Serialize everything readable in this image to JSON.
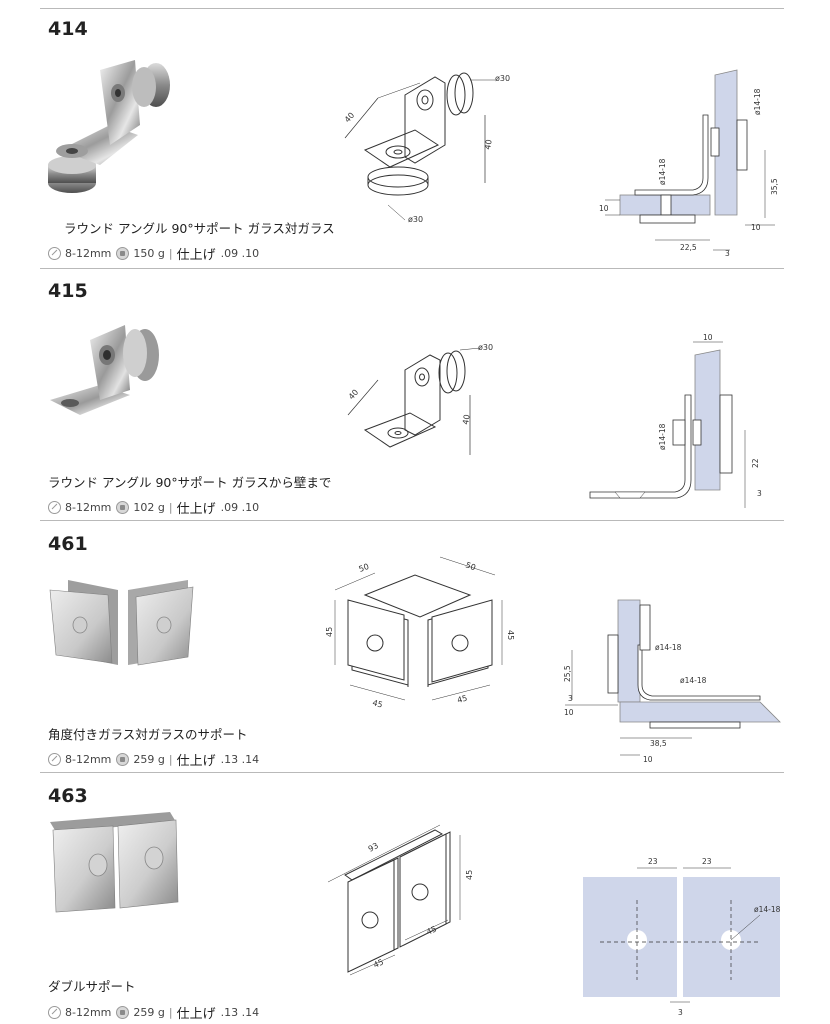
{
  "products": [
    {
      "code": "414",
      "title": "ラウンド アングル 90°サポート ガラス対ガラス",
      "thickness": "8-12mm",
      "weight": "150 g",
      "finish_label": "仕上げ",
      "finishes": ".09 .10",
      "dims": {
        "a": "40",
        "b": "40",
        "c": "ø30",
        "d": "ø30",
        "e": "ø14-18",
        "f": "ø14-18",
        "g": "35,5",
        "h": "10",
        "i": "10",
        "j": "22,5",
        "k": "3"
      }
    },
    {
      "code": "415",
      "title": "ラウンド アングル 90°サポート ガラスから壁まで",
      "thickness": "8-12mm",
      "weight": "102 g",
      "finish_label": "仕上げ",
      "finishes": ".09 .10",
      "dims": {
        "a": "40",
        "b": "40",
        "c": "ø30",
        "e": "ø14-18",
        "g": "22",
        "h": "10",
        "k": "3"
      }
    },
    {
      "code": "461",
      "title": "角度付きガラス対ガラスのサポート",
      "thickness": "8-12mm",
      "weight": "259 g",
      "finish_label": "仕上げ",
      "finishes": ".13 .14",
      "dims": {
        "a": "50",
        "b": "50",
        "c": "45",
        "d": "45",
        "e": "45",
        "f": "45",
        "g": "ø14-18",
        "h": "ø14-18",
        "i": "25,5",
        "j": "3",
        "k": "10",
        "l": "38,5",
        "m": "10"
      }
    },
    {
      "code": "463",
      "title": "ダブルサポート",
      "thickness": "8-12mm",
      "weight": "259 g",
      "finish_label": "仕上げ",
      "finishes": ".13 .14",
      "dims": {
        "a": "93",
        "b": "45",
        "c": "45",
        "d": "45",
        "e": "23",
        "f": "23",
        "g": "ø14-18",
        "h": "3"
      }
    }
  ]
}
